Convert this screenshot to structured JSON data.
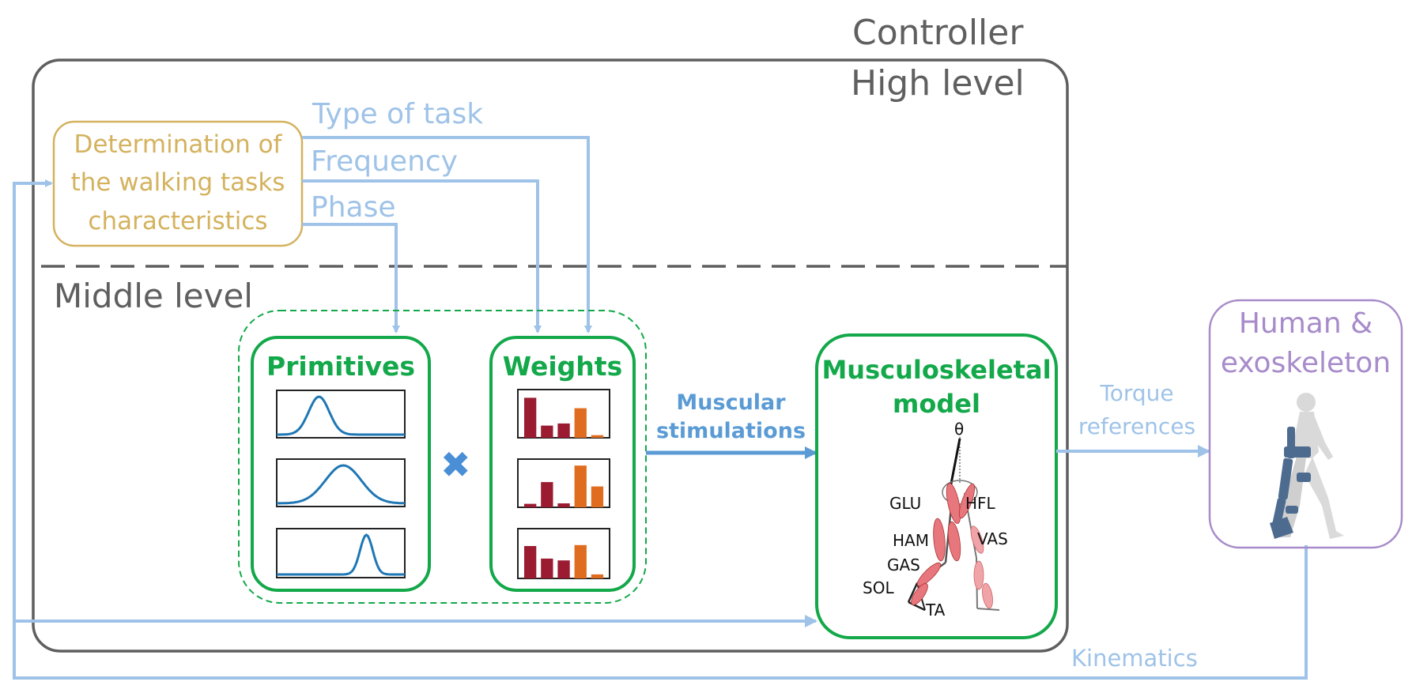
{
  "controller_label": "Controller",
  "high_level_label": "High level",
  "middle_level_label": "Middle level",
  "determination_box": {
    "line1": "Determination of",
    "line2": "the walking tasks",
    "line3": "characteristics"
  },
  "signals": {
    "type_of_task": "Type of task",
    "frequency": "Frequency",
    "phase": "Phase"
  },
  "primitives_title": "Primitives",
  "weights_title": "Weights",
  "multiply_symbol": "✖",
  "muscular_stimulations": {
    "line1": "Muscular",
    "line2": "stimulations"
  },
  "model_box": {
    "line1": "Musculoskeletal",
    "line2": "model",
    "theta": "θ",
    "muscles": {
      "glu": "GLU",
      "hfl": "HFL",
      "ham": "HAM",
      "vas": "VAS",
      "gas": "GAS",
      "sol": "SOL",
      "ta": "TA"
    }
  },
  "torque_references": {
    "line1": "Torque",
    "line2": "references"
  },
  "human_box": {
    "line1": "Human &",
    "line2": "exoskeleton"
  },
  "kinematics_label": "Kinematics",
  "primitive_curves": [
    {
      "peak": 0.33,
      "width": 0.08
    },
    {
      "peak": 0.52,
      "width": 0.14
    },
    {
      "peak": 0.7,
      "width": 0.05
    }
  ],
  "weight_bars": [
    [
      0.92,
      0.28,
      0.33,
      0.68,
      0.06
    ],
    [
      0.08,
      0.58,
      0.09,
      0.96,
      0.48
    ],
    [
      0.72,
      0.44,
      0.4,
      0.74,
      0.09
    ]
  ],
  "colors": {
    "gray": "#5f5f5f",
    "light_blue": "#9fc3e8",
    "dark_blue": "#5b9bd5",
    "green": "#13a84a",
    "gold": "#d4b25e",
    "purple": "#a78bca",
    "bar_dark_red": "#9b1b30",
    "bar_orange": "#e06c1f",
    "curve_blue": "#1f77b4",
    "muscle_red": "#e8777d"
  }
}
